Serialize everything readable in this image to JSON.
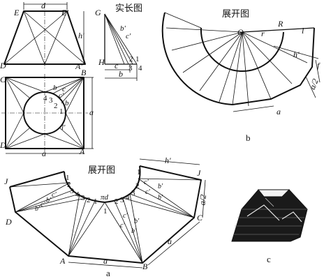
{
  "view_a": {
    "true_length_title": "实长图",
    "top_labels": {
      "d": "d",
      "E": "E",
      "E_prime": "E'",
      "G": "G",
      "h_prime": "h'",
      "D_prime": "D'",
      "A_prime": "A'",
      "H": "H"
    },
    "true_length_labels": {
      "b_prime": "b'",
      "c_prime": "c'",
      "n2": "2",
      "n1": "1",
      "n3": "3",
      "n4": "4",
      "c": "c",
      "b": "b"
    },
    "plan_labels": {
      "C": "C",
      "B": "B",
      "D": "D",
      "A": "A",
      "a_bottom": "a",
      "a_side": "a",
      "b": "b",
      "c": "c",
      "c_prime": "c'",
      "b_lower": "b",
      "l_prime": "l'",
      "n4": "4",
      "n3": "3",
      "n2": "2",
      "n1": "1"
    },
    "development_title": "展开图",
    "development_labels": {
      "J_left": "J",
      "D": "D",
      "A": "A",
      "B": "B",
      "C": "C",
      "J_right": "J",
      "h_prime": "h'",
      "a_half": "a/2",
      "a_side": "a",
      "a_bottom": "a",
      "pi_d": "πd",
      "left_arc_numbers": [
        "1",
        "2",
        "3",
        "4",
        "3",
        "2",
        "1"
      ],
      "right_arc_numbers": [
        "2",
        "3",
        "4",
        "3",
        "2",
        "1"
      ],
      "bottom_number": "1",
      "left_marks": [
        "c'",
        "b'",
        "c'",
        "b'"
      ],
      "right_marks": [
        "c'",
        "b'",
        "c'",
        "b'",
        "c'",
        "b'",
        "c'",
        "b'"
      ]
    },
    "caption": "a"
  },
  "view_b": {
    "development_title": "展开图",
    "labels": {
      "O": "O",
      "R": "R",
      "r": "r",
      "l": "l",
      "h_prime": "h'",
      "f": "f",
      "a_half": "a/2",
      "a": "a"
    },
    "caption": "b"
  },
  "view_c": {
    "caption": "c"
  }
}
